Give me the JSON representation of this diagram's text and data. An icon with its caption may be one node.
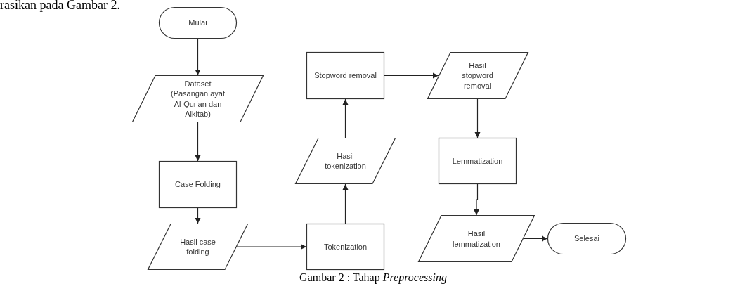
{
  "diagram": {
    "caption": "Gambar 2 : Tahap *Preprocessing*",
    "nodes": [
      {
        "text": [
          "Mulai"
        ]
      },
      {
        "text": [
          "Dataset (Pasangan ayat Al-Qur'an dan Alkitab)"
        ]
      },
      {
        "text": [
          "Case Folding"
        ]
      },
      {
        "text": [
          "Hasil case folding"
        ]
      },
      {
        "text": [
          "Tokenization"
        ]
      },
      {
        "text": [
          "Hasil tokenization"
        ]
      },
      {
        "text": [
          "Stopword removal"
        ]
      },
      {
        "text": [
          "Hasil stopword removal"
        ]
      },
      {
        "text": [
          "Lemmatization"
        ]
      },
      {
        "text": [
          "Hasil lemmatization"
        ]
      },
      {
        "text": [
          "Selesai"
        ]
      }
    ],
    "edges": [
      {
        "from": 0,
        "to": 1,
        "arrow": "to"
      },
      {
        "from": 1,
        "to": 2,
        "arrow": "to"
      },
      {
        "from": 2,
        "to": 3,
        "arrow": "to"
      },
      {
        "from": 3,
        "to": 4,
        "arrow": "to"
      },
      {
        "from": 4,
        "to": 5,
        "arrow": "to"
      },
      {
        "from": 5,
        "to": 6,
        "arrow": "to"
      },
      {
        "from": 6,
        "to": 7,
        "arrow": "to"
      },
      {
        "from": 7,
        "to": 8,
        "arrow": "to"
      },
      {
        "from": 8,
        "to": 9,
        "arrow": "to"
      },
      {
        "from": 9,
        "to": 10,
        "arrow": "to"
      }
    ],
    "labels": [
      "rasikan pada Gambar 2."
    ]
  }
}
